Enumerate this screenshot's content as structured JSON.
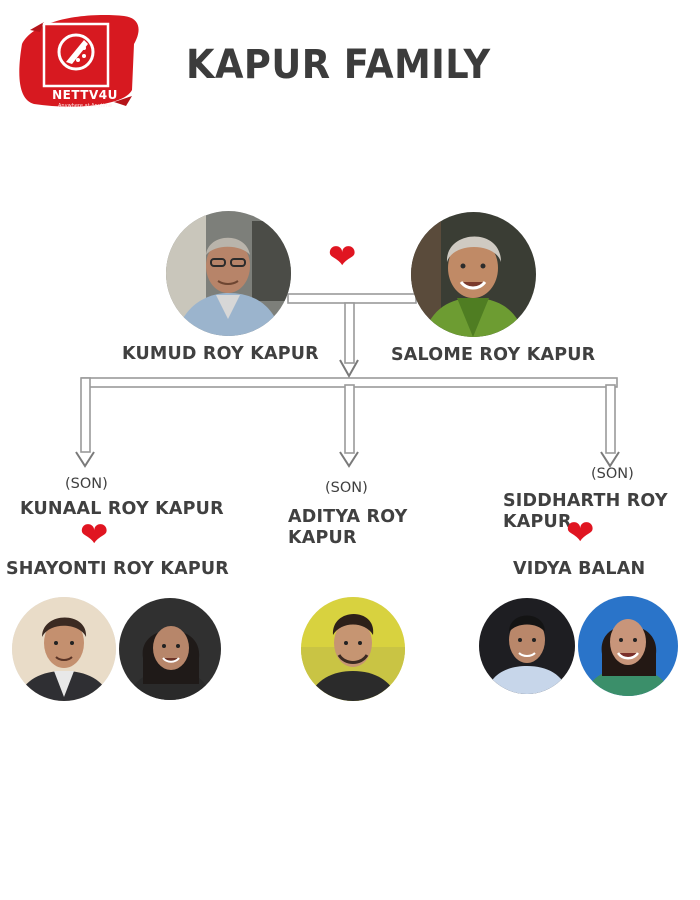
{
  "brand": {
    "logo_text": "NETTV4U",
    "tagline": "Anywhere at Anytime",
    "accent": "#d71920"
  },
  "title": "KAPUR FAMILY",
  "parents": {
    "father": {
      "name": "KUMUD ROY KAPUR"
    },
    "mother": {
      "name": "SALOME ROY KAPUR"
    }
  },
  "children": [
    {
      "relation": "(SON)",
      "name": "KUNAAL ROY KAPUR",
      "spouse": "SHAYONTI ROY KAPUR"
    },
    {
      "relation": "(SON)",
      "name": "ADITYA ROY KAPUR",
      "spouse": ""
    },
    {
      "relation": "(SON)",
      "name": "SIDDHARTH ROY KAPUR",
      "spouse": "VIDYA BALAN"
    }
  ],
  "colors": {
    "heart": "#e01521",
    "connector": "#9a9a9a",
    "text": "#404040"
  },
  "icons": {
    "marriage": "heart-icon",
    "link": "down-arrow-icon"
  }
}
